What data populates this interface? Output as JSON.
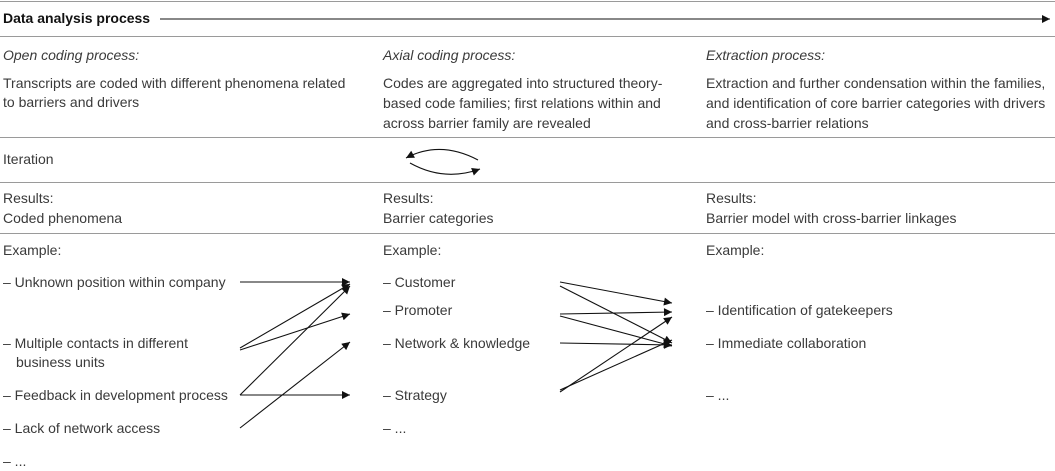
{
  "header": {
    "title": "Data analysis process"
  },
  "columns": [
    {
      "heading": "Open coding process:",
      "description": [
        "Transcripts are coded with different phenomena related",
        "to barriers and drivers"
      ],
      "results_label": "Results:",
      "results": "Coded phenomena",
      "example_label": "Example:",
      "items": [
        [
          "– Unknown position within company"
        ],
        [
          "– Multiple contacts in different",
          "business units"
        ],
        [
          "– Feedback in development process"
        ],
        [
          "– Lack of network access"
        ],
        [
          "– ..."
        ]
      ]
    },
    {
      "heading": "Axial coding process:",
      "description": [
        "Codes are aggregated into structured theory-",
        "based code families; first relations within and",
        "across barrier family are revealed"
      ],
      "results_label": "Results:",
      "results": "Barrier categories",
      "example_label": "Example:",
      "items": [
        [
          "– Customer"
        ],
        [
          "– Promoter"
        ],
        [
          "– Network & knowledge"
        ],
        [
          "– Strategy"
        ],
        [
          "– ..."
        ]
      ]
    },
    {
      "heading": "Extraction process:",
      "description": [
        "Extraction and further condensation within the families,",
        "and identification of core barrier categories with drivers",
        "and cross-barrier relations"
      ],
      "results_label": "Results:",
      "results": "Barrier model with cross-barrier linkages",
      "example_label": "Example:",
      "items": [
        [
          "– Identification of gatekeepers"
        ],
        [
          "– Immediate collaboration"
        ],
        [
          "– ..."
        ]
      ]
    }
  ],
  "iteration_label": "Iteration"
}
